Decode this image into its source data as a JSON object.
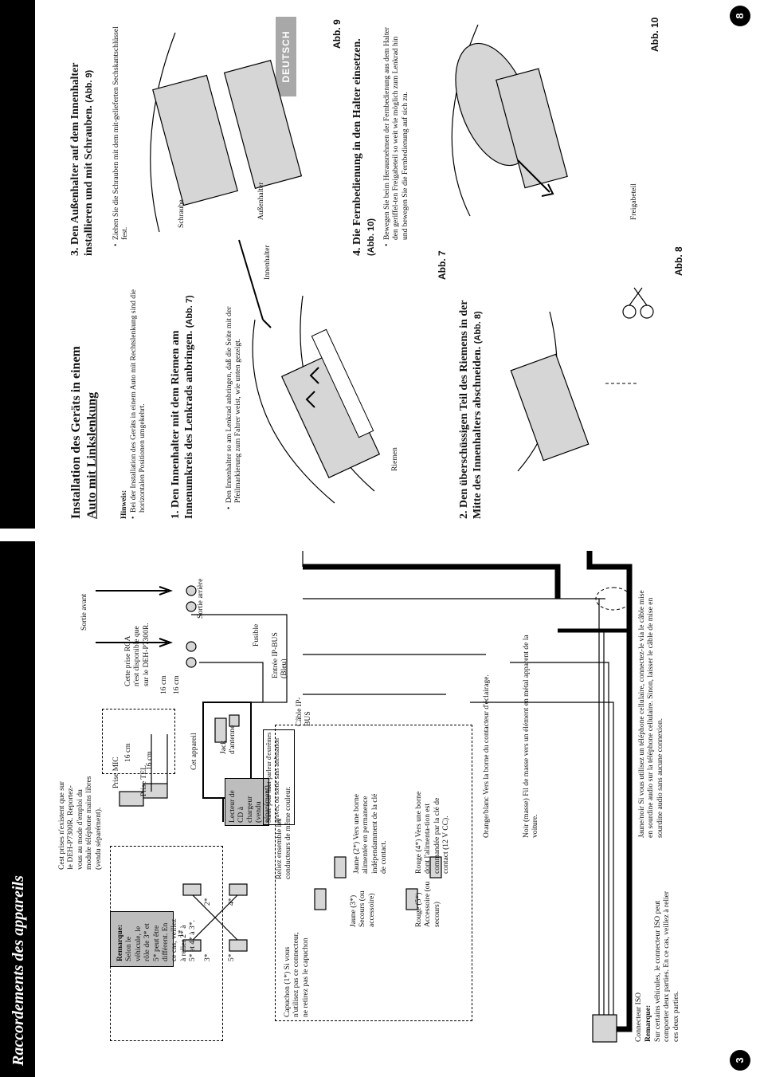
{
  "french": {
    "page_number": "3",
    "title": "Raccordements des appareils",
    "intro": "Cest prises n'existent que sur le DEH-P7300R. Reportez-vous au mode d'emploi du module téléphone mains libres (vendu séparément).",
    "remarque_top_title": "Remarque:",
    "remarque_top_text": "Selon le véhicule, le rôle de 3* et 5* peut être différent. En ce cas, veillez à relier 2* à 5* et 4* à 3*.",
    "iso_labels": [
      "1*",
      "2*",
      "3*",
      "4*",
      "5*"
    ],
    "reliez_text": "Reliez ensemble les conducteurs de même couleur.",
    "capuchon_text": "Capuchon (1*) Si vous n'utilisez pas ce connecteur, ne retirez pas le capuchon",
    "jaune3_text": "Jaune (3*) Secours (ou accessoire)",
    "jaune2_text": "Jaune (2*) Vers une borne alimentée en permanence indépendamment de la clé de contact.",
    "rouge5_text": "Rouge (5*) Accessoire (ou secours)",
    "rouge4_text": "Rouge (4*) Vers une borne dont l'alimenta-tion est commandée par la clé de contact (12 V CC).",
    "orange_text": "Orange/blanc Vers la borne du contacteur d'éclairage.",
    "noir_text": "Noir (masse) Fil de masse vers un élément en métal apparent de la voiture.",
    "jaune_noir_text": "Jaune/noir Si vous utilisez un téléphone cellulaire, connectez-le via le câble mise en sourdine audio sur la téléphone cellulaire. Sinon, laisser le câble de mise en sourdine audio sans aucune connexion.",
    "iso_label": "Connecteur ISO",
    "remarque_bottom_title": "Remarque:",
    "remarque_bottom_text": "Sur certains véhicules, le connecteur ISO peut comporter deux parties. En ce cas, veillez à relier ces deux parties.",
    "prise_mic": "Prise MIC",
    "prise_tel": "Prise TEL",
    "cm16": "16 cm",
    "cet_appareil": "Cet appareil",
    "jack_antenne": "Jack d'antenne",
    "lecteur_cd": "Lecteur de CD à chargeur (vendu séparément)",
    "sortie_hp": "Sortie pour haut-parleur d'extrêmes graves, ou sortie sans atténuation",
    "cable_ipbus": "Câble IP-BUS",
    "entree_ipbus": "Entrée IP-BUS (Bleu)",
    "fusible": "Fusible",
    "sortie_avant": "Sortie avant",
    "sortie_arriere": "Sortie arrière",
    "rca_note": "Cette prise RCA n'est disponible que sur le DEH-P7300R."
  },
  "german": {
    "page_number": "8",
    "language_tab": "DEUTSCH",
    "title_line1": "Installation des Geräts in einem",
    "title_line2": "Auto mit Linkslenkung",
    "hinweis_title": "Hinweis:",
    "hinweis_text": "Bei der Installation des Geräts in einem Auto mit Rechtslenkung sind die horizontalen Positionen umgekehrt.",
    "step1_heading": "1. Den Innenhalter mit dem Riemen am Innenumkreis des Lenkrads anbringen.",
    "step1_ref": "(Abb. 7)",
    "step1_text": "Den Innenhalter so am Lenkrad anbringen, daß die Seite mit der Pfeilmarkierung zum Fahrer weist, wie unten gezeigt.",
    "innenhalter_label": "Innenhalter",
    "riemen_label": "Riemen",
    "abb7": "Abb. 7",
    "step2_heading": "2. Den überschüssigen Teil des Riemens in der Mitte des Innenhalters abschneiden.",
    "step2_ref": "(Abb. 8)",
    "abb8": "Abb. 8",
    "step3_heading": "3. Den Außenhalter auf dem Innenhalter installieren und mit Schrauben.",
    "step3_ref": "(Abb. 9)",
    "step3_text": "Ziehen Sie die Schrauben mit dem mit-gelieferten Sechskantschlüssel fest.",
    "schraube_label": "Schraube",
    "aussenhalter_label": "Außenhalter",
    "abb9": "Abb. 9",
    "step4_heading": "4. Die Fernbedienung in den Halter einsetzen.",
    "step4_ref": "(Abb. 10)",
    "step4_text": "Bewegen Sie beim Herausnehmen der Fernbedienung aus dem Halter den geriffel-ten Freigabeteil so weit wie möglich zum Lenkrad hin und bewegen Sie die Fernbedienung auf sich zu.",
    "freigabeteil_label": "Freigabeteil",
    "abb10": "Abb. 10"
  }
}
